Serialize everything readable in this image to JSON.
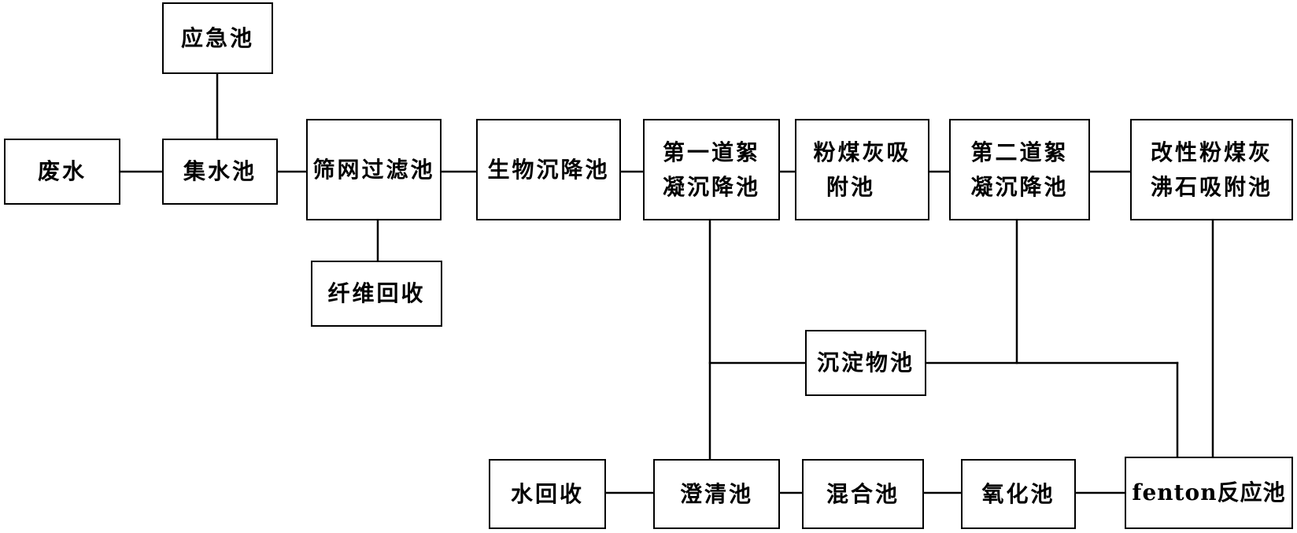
{
  "nodes": {
    "emergency_pool": "应急池",
    "wastewater": "废水",
    "collection_pool": "集水池",
    "screen_filter_pool": "筛网过滤池",
    "bio_settling_pool": "生物沉降池",
    "first_flocculation_line1": "第一道絮",
    "first_flocculation_line2": "凝沉降池",
    "flyash_adsorption_line1": "粉煤灰吸",
    "flyash_adsorption_line2": "附池",
    "second_flocculation_line1": "第二道絮",
    "second_flocculation_line2": "凝沉降池",
    "modified_flyash_line1": "改性粉煤灰",
    "modified_flyash_line2": "沸石吸附池",
    "fiber_recovery": "纤维回收",
    "sediment_pool": "沉淀物池",
    "water_recovery": "水回收",
    "clarification_pool": "澄清池",
    "mixing_pool": "混合池",
    "oxidation_pool": "氧化池",
    "fenton_pool": "fenton反应池"
  }
}
